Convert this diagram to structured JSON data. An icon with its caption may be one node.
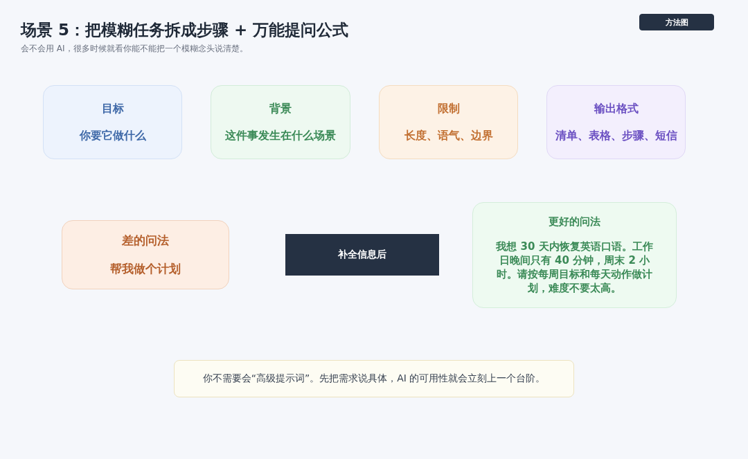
{
  "diagram": {
    "title": "场景 5：把模糊任务拆成步骤 + 万能提问公式",
    "nodes": [
      {
        "text": [
          "方法图"
        ]
      },
      {
        "text": [
          "目标",
          "你要它做什么"
        ]
      },
      {
        "text": [
          "背景",
          "这件事发生在什么场景"
        ]
      },
      {
        "text": [
          "限制",
          "长度、语气、边界"
        ]
      },
      {
        "text": [
          "输出格式",
          "清单、表格、步骤、短信"
        ]
      },
      {
        "text": [
          "差的问法",
          "帮我做个计划"
        ]
      },
      {
        "text": [
          "补全信息后"
        ]
      },
      {
        "text": [
          "更好的问法",
          "我想 30 天内恢复英语口语。工作日晚间只有 40 分钟，周末 2 小时。请按每周目标和每天动作做计划，难度不要太高。"
        ]
      },
      {
        "text": [
          "你不需要会“高级提示词”。先把需求说具体，AI 的可用性就会立刻上一个台阶。"
        ]
      }
    ],
    "edges": [],
    "labels": [
      "会不会用 AI，很多时候就看你能不能把一个模糊念头说清楚。"
    ]
  }
}
